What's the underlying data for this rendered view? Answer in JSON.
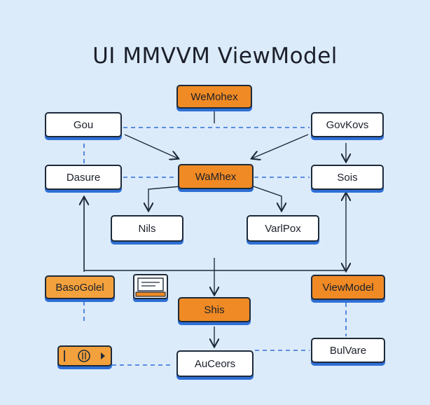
{
  "title": "UI MMVVM ViewModel",
  "nodes": {
    "top": "WeMohex",
    "center": "WaMhex",
    "left1": "Gou",
    "right1": "GovKovs",
    "left2": "Dasure",
    "right2": "Sois",
    "mid_left": "Nils",
    "mid_right": "VarlPox",
    "base_left": "BasoGolel",
    "viewmodel": "ViewModel",
    "shis": "Shis",
    "auceors": "AuCeors",
    "builvare": "BulVare"
  },
  "icons": {
    "monitor": "monitor-icon",
    "media": "media-controls-icon"
  },
  "colors": {
    "orange": "#f08a24",
    "blue_connector": "#2e6fd6",
    "background": "#dcebfa"
  }
}
